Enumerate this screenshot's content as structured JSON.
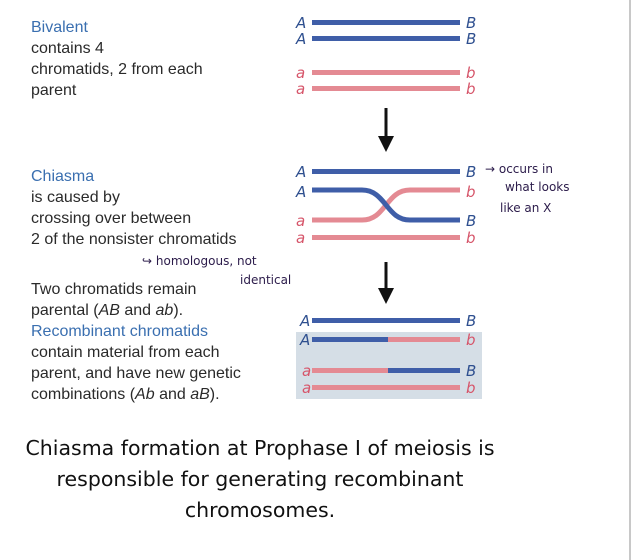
{
  "colors": {
    "blue": "#3f5ea8",
    "red": "#e48a93",
    "label_blue": "#2e4f8f",
    "label_red": "#d6556a",
    "highlight": "#d5dee6",
    "heading": "#3a6fb0"
  },
  "panel1": {
    "heading": "Bivalent",
    "lines": [
      "contains 4",
      "chromatids, 2 from each",
      "parent"
    ],
    "labels": {
      "top1_left": "A",
      "top1_right": "B",
      "top2_left": "A",
      "top2_right": "B",
      "bot1_left": "a",
      "bot1_right": "b",
      "bot2_left": "a",
      "bot2_right": "b"
    }
  },
  "panel2": {
    "heading": "Chiasma",
    "lines": [
      "is caused by",
      "crossing over between",
      "2 of the nonsister chromatids"
    ],
    "labels": {
      "r1_left": "A",
      "r1_right": "B",
      "r2_left": "A",
      "r2_right": "b",
      "r3_left": "a",
      "r3_right": "B",
      "r4_left": "a",
      "r4_right": "b"
    },
    "annotation": {
      "lines": [
        "→ occurs in",
        "what looks",
        "like an X"
      ]
    }
  },
  "homolog_note": {
    "lines": [
      "↪ homologous, not",
      "identical"
    ]
  },
  "panel3": {
    "intro_line1": "Two chromatids remain",
    "intro_line2_a": "parental (",
    "intro_line2_b": "AB",
    "intro_line2_c": " and ",
    "intro_line2_d": "ab",
    "intro_line2_e": ").",
    "heading": "Recombinant chromatids",
    "line3": "contain material from each",
    "line4": "parent, and have new genetic",
    "line5_a": "combinations (",
    "line5_b": "Ab",
    "line5_c": " and ",
    "line5_d": "aB",
    "line5_e": ").",
    "labels": {
      "r1_left": "A",
      "r1_right": "B",
      "r2_left": "A",
      "r2_right": "b",
      "r3_left": "a",
      "r3_right": "B",
      "r4_left": "a",
      "r4_right": "b"
    }
  },
  "caption": {
    "lines": [
      "Chiasma formation at Prophase I of meiosis is",
      "responsible for generating recombinant",
      "chromosomes."
    ]
  }
}
